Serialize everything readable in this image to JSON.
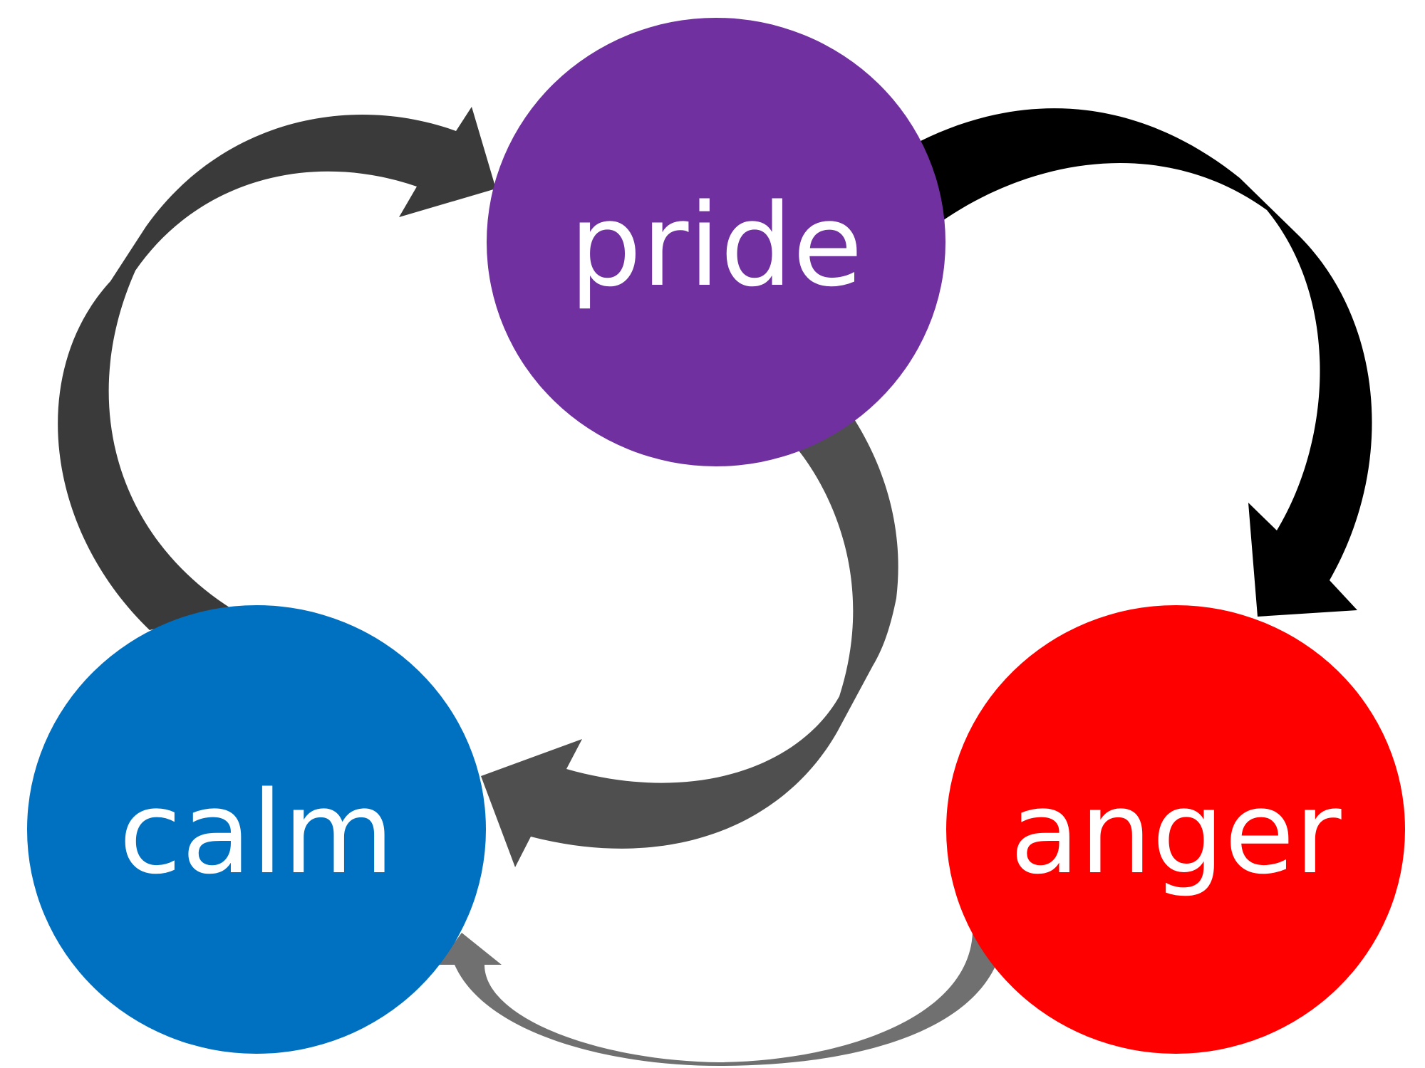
{
  "nodes": {
    "pride": {
      "label": "pride",
      "color": "#7030A0"
    },
    "calm": {
      "label": "calm",
      "color": "#0070C0"
    },
    "anger": {
      "label": "anger",
      "color": "#FF0000"
    }
  },
  "edges": [
    {
      "from": "calm",
      "to": "pride",
      "color": "#3A3A3A"
    },
    {
      "from": "pride",
      "to": "anger",
      "color": "#000000"
    },
    {
      "from": "pride",
      "to": "calm",
      "color": "#4F4F4F"
    },
    {
      "from": "anger",
      "to": "calm",
      "color": "#707070"
    }
  ],
  "colors": {
    "background": "#FFFFFF",
    "label_text": "#FFFFFF"
  }
}
